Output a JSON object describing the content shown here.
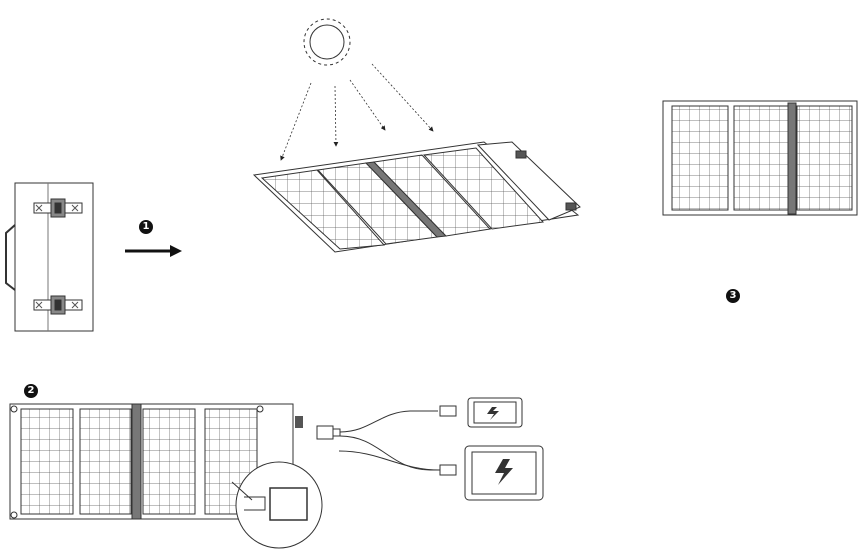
{
  "steps": [
    {
      "number": "1"
    },
    {
      "number": "2"
    },
    {
      "number": "3"
    }
  ],
  "icons": [
    "sun-icon",
    "arrow-right-icon",
    "usb-plug-icon",
    "lightning-bolt-icon"
  ],
  "colors": {
    "line": "#333333",
    "panel_fill": "#ffffff",
    "hinge": "#6b6b6b",
    "badge": "#111111"
  }
}
